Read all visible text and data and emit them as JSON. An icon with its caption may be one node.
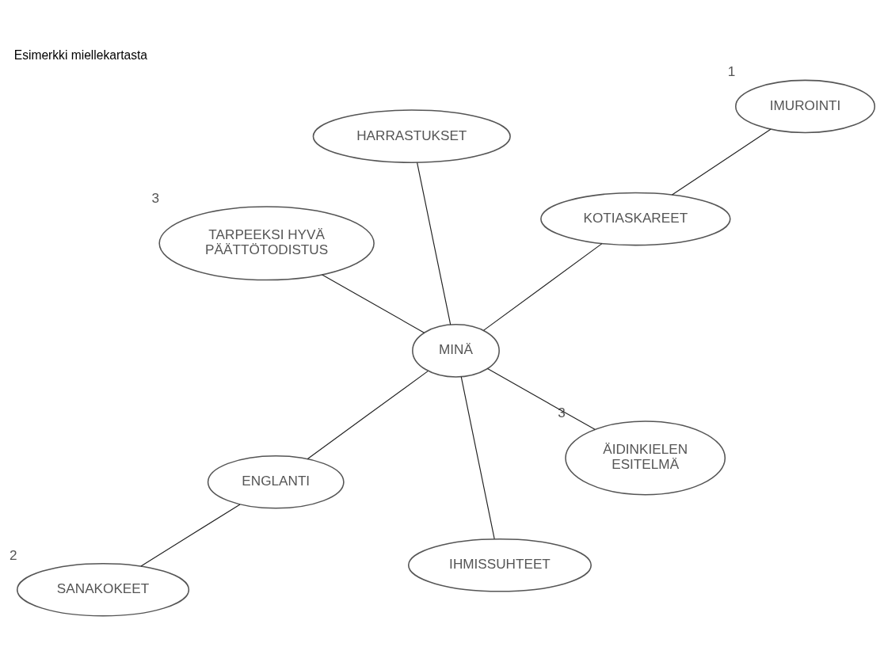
{
  "diagram": {
    "title": "Esimerkki miellekartasta",
    "nodes": [
      {
        "text": [
          "SANAKOKEET"
        ],
        "beside": [
          "2"
        ]
      },
      {
        "text": [
          "IMUROINTI"
        ],
        "beside": [
          "1"
        ]
      },
      {
        "text": [
          "ENGLANTI"
        ]
      },
      {
        "text": [
          "HARRASTUKSET"
        ]
      },
      {
        "text": [
          "KOTIASKAREET"
        ]
      },
      {
        "text": [
          "MINÄ"
        ]
      },
      {
        "text": [
          "TARPEEKSI HYVÄ PÄÄTTÖTODISTUS"
        ],
        "beside": [
          "3"
        ]
      },
      {
        "text": [
          "ÄIDINKIELEN ESITELMÄ"
        ],
        "beside": [
          "3"
        ]
      },
      {
        "text": [
          "IHMISSUHTEET"
        ]
      }
    ],
    "edges": [
      {
        "from": 0,
        "to": 2,
        "arrow": "none"
      },
      {
        "from": 1,
        "to": 4,
        "arrow": "none"
      },
      {
        "from": 2,
        "to": 5,
        "arrow": "none"
      },
      {
        "from": 3,
        "to": 5,
        "arrow": "none"
      },
      {
        "from": 4,
        "to": 5,
        "arrow": "none"
      },
      {
        "from": 5,
        "to": 6,
        "arrow": "none"
      },
      {
        "from": 5,
        "to": 7,
        "arrow": "none"
      },
      {
        "from": 5,
        "to": 8,
        "arrow": "none"
      }
    ]
  }
}
